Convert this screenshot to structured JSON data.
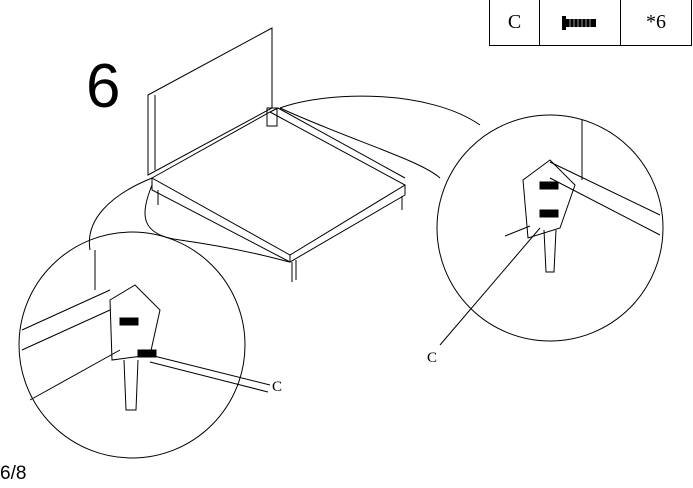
{
  "step_number": "6",
  "parts_table": {
    "part_letter": "C",
    "part_icon": "screw-icon",
    "quantity": "*6"
  },
  "callout_labels": {
    "right": "C",
    "left": "C"
  },
  "page_number": "6/8"
}
